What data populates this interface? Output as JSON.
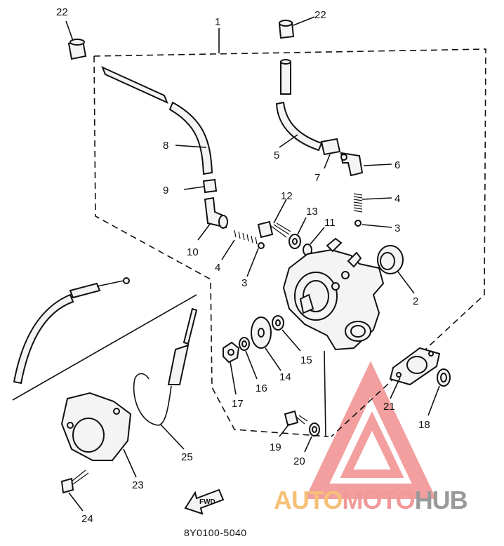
{
  "diagram": {
    "callouts": {
      "c1": "1",
      "c2": "2",
      "c3a": "3",
      "c3b": "3",
      "c4a": "4",
      "c4b": "4",
      "c5": "5",
      "c6": "6",
      "c7": "7",
      "c8": "8",
      "c9": "9",
      "c10": "10",
      "c11": "11",
      "c12": "12",
      "c13": "13",
      "c14": "14",
      "c15": "15",
      "c16": "16",
      "c17": "17",
      "c18": "18",
      "c19": "19",
      "c20": "20",
      "c21": "21",
      "c22a": "22",
      "c22b": "22",
      "c23": "23",
      "c24": "24",
      "c25": "25"
    },
    "fwd_label": "FWD",
    "drawing_code": "8Y0100-5040"
  },
  "watermark": {
    "part1": "AUTO",
    "part2": "MOTO",
    "part3": "HUB",
    "colors": {
      "auto": "#f5c078",
      "moto": "#f29a9a",
      "hub": "#9a9a9a",
      "logo": "#f08080"
    }
  }
}
